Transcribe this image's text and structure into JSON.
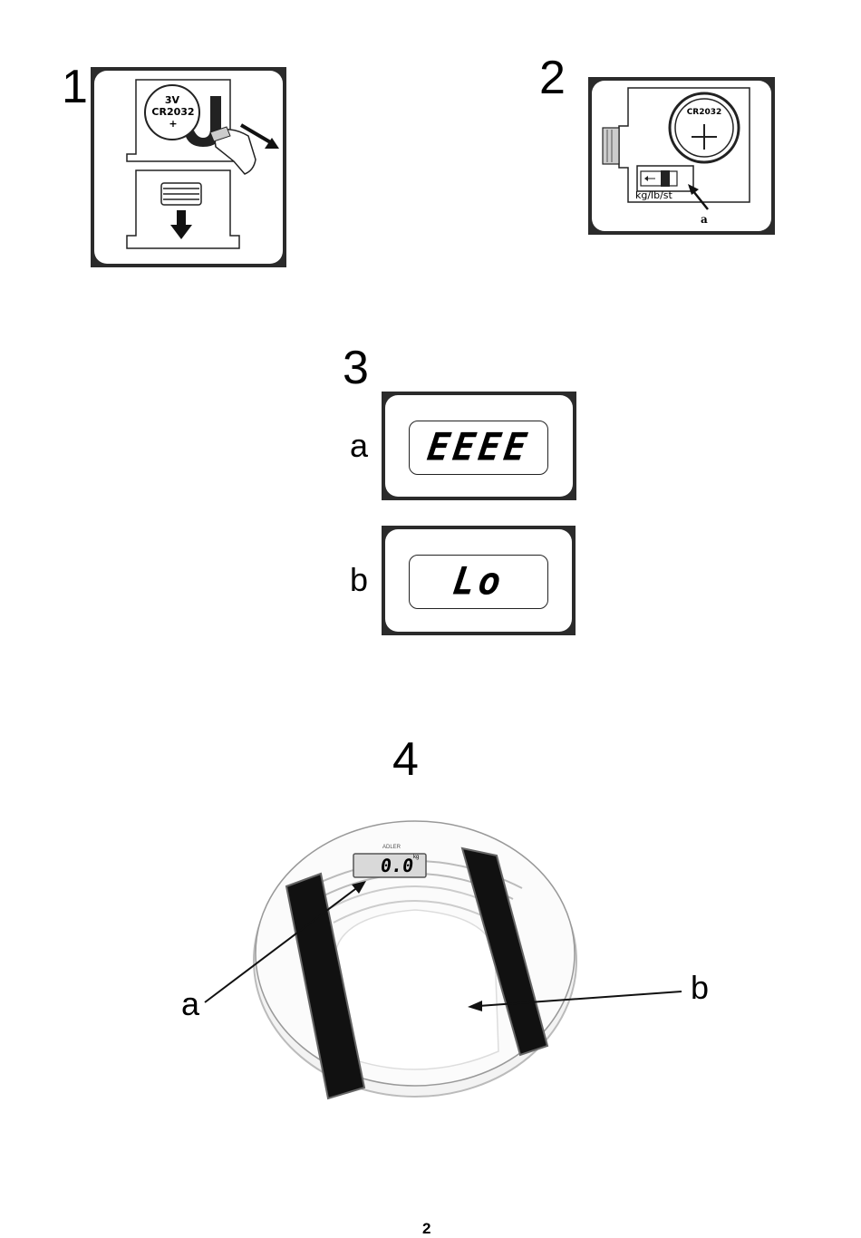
{
  "figures": {
    "fig1": {
      "number": "1",
      "battery_voltage": "3V",
      "battery_model": "CR2032",
      "battery_polarity": "+"
    },
    "fig2": {
      "number": "2",
      "battery_model": "CR2032",
      "unit_switch_label": "kg/lb/st",
      "callout": "a"
    },
    "fig3": {
      "number": "3",
      "displays": [
        {
          "label": "a",
          "text": "EEEE"
        },
        {
          "label": "b",
          "text": "Lo"
        }
      ]
    },
    "fig4": {
      "number": "4",
      "display_reading": "0.0",
      "display_unit": "kg",
      "brand": "ADLER",
      "callout_a": "a",
      "callout_b": "b"
    }
  },
  "page_number": "2",
  "icons": [
    "battery-icon",
    "hand-icon",
    "arrow-down-icon",
    "arrow-icon"
  ]
}
